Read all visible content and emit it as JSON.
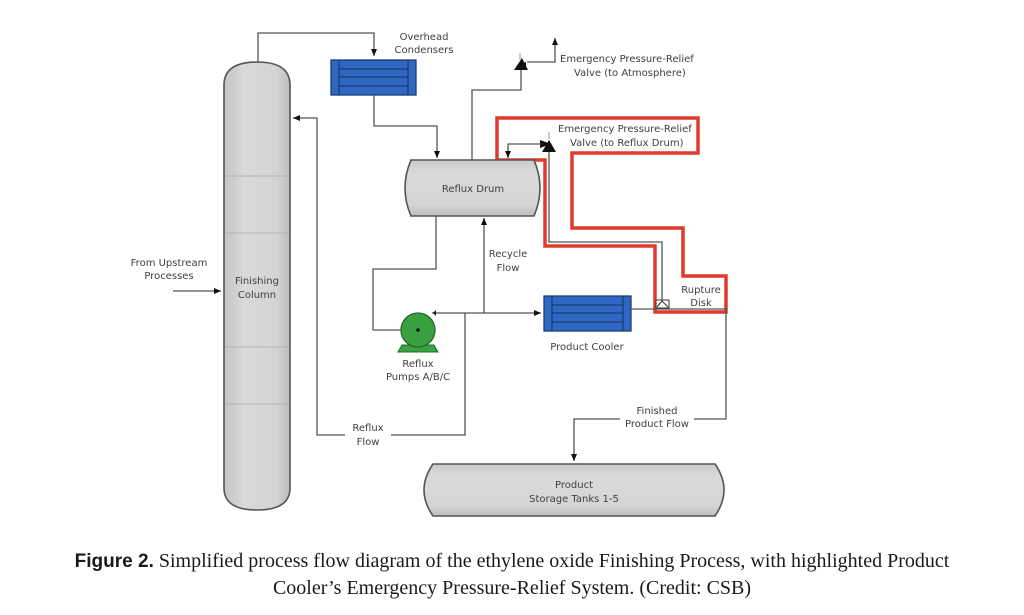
{
  "figure": {
    "title": "Simplified process flow diagram — ethylene oxide Finishing Process",
    "highlight_color": "#e03a2f",
    "equipment_color": "#2f67c2",
    "pump_color": "#3aa140",
    "vessel_color": "#d3d3d3"
  },
  "equipment": {
    "finishing_column": [
      "Finishing",
      "Column"
    ],
    "overhead_condensers": [
      "Overhead",
      "Condensers"
    ],
    "reflux_drum": "Reflux Drum",
    "reflux_pumps": [
      "Reflux",
      "Pumps A/B/C"
    ],
    "product_cooler": "Product Cooler",
    "storage_tanks": [
      "Product",
      "Storage Tanks 1-5"
    ],
    "rupture_disk": [
      "Rupture",
      "Disk"
    ],
    "prv_atmosphere": [
      "Emergency Pressure-Relief",
      "Valve (to Atmosphere)"
    ],
    "prv_reflux_drum": [
      "Emergency Pressure-Relief",
      "Valve (to Reflux Drum)"
    ]
  },
  "streams": {
    "upstream": [
      "From Upstream",
      "Processes"
    ],
    "recycle": [
      "Recycle",
      "Flow"
    ],
    "reflux": [
      "Reflux",
      "Flow"
    ],
    "finished": [
      "Finished",
      "Product Flow"
    ]
  },
  "caption": {
    "label": "Figure 2.",
    "line1": " Simplified process flow diagram of the ethylene oxide Finishing Process, with highlighted Product",
    "line2": "Cooler’s Emergency Pressure-Relief System. (Credit: CSB)"
  }
}
